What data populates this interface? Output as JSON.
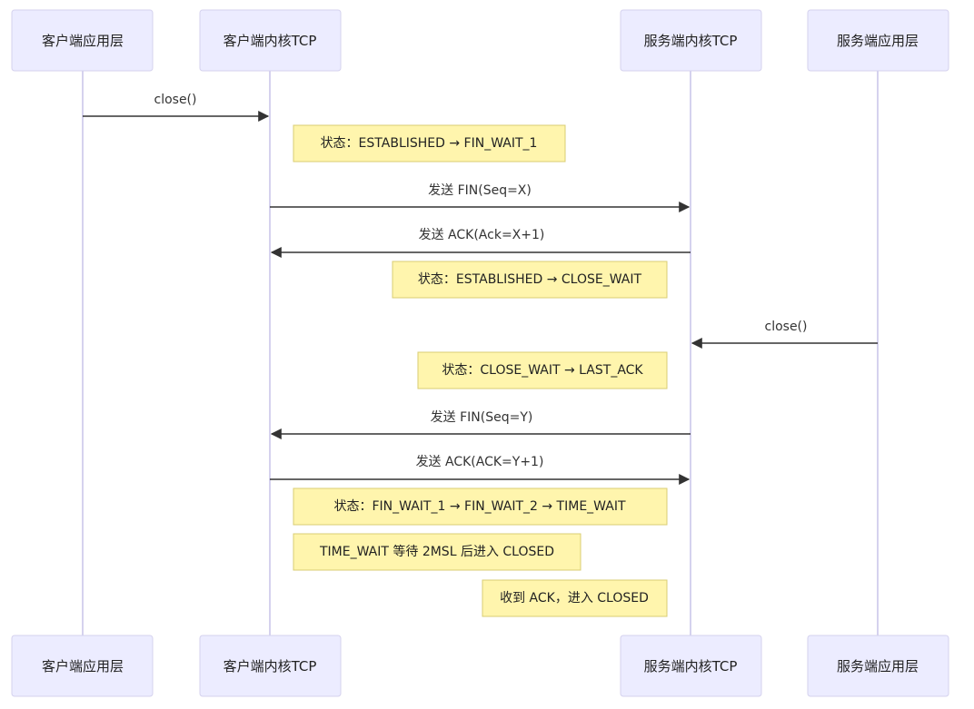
{
  "participants": [
    {
      "id": "client_app",
      "label": "客户端应用层"
    },
    {
      "id": "client_kernel",
      "label": "客户端内核TCP"
    },
    {
      "id": "server_kernel",
      "label": "服务端内核TCP"
    },
    {
      "id": "server_app",
      "label": "服务端应用层"
    }
  ],
  "messages": [
    {
      "from": "client_app",
      "to": "client_kernel",
      "label": "close()"
    },
    {
      "from": "client_kernel",
      "to": "server_kernel",
      "label": "发送 FIN(Seq=X)"
    },
    {
      "from": "server_kernel",
      "to": "client_kernel",
      "label": "发送 ACK(Ack=X+1)"
    },
    {
      "from": "server_app",
      "to": "server_kernel",
      "label": "close()"
    },
    {
      "from": "server_kernel",
      "to": "client_kernel",
      "label": "发送 FIN(Seq=Y)"
    },
    {
      "from": "client_kernel",
      "to": "server_kernel",
      "label": "发送 ACK(ACK=Y+1)"
    }
  ],
  "notes": [
    {
      "label": "状态：ESTABLISHED → FIN_WAIT_1"
    },
    {
      "label": "状态：ESTABLISHED → CLOSE_WAIT"
    },
    {
      "label": "状态：CLOSE_WAIT → LAST_ACK"
    },
    {
      "label": "状态：FIN_WAIT_1 → FIN_WAIT_2 → TIME_WAIT"
    },
    {
      "label": "TIME_WAIT 等待 2MSL 后进入 CLOSED"
    },
    {
      "label": "收到 ACK，进入 CLOSED"
    }
  ]
}
